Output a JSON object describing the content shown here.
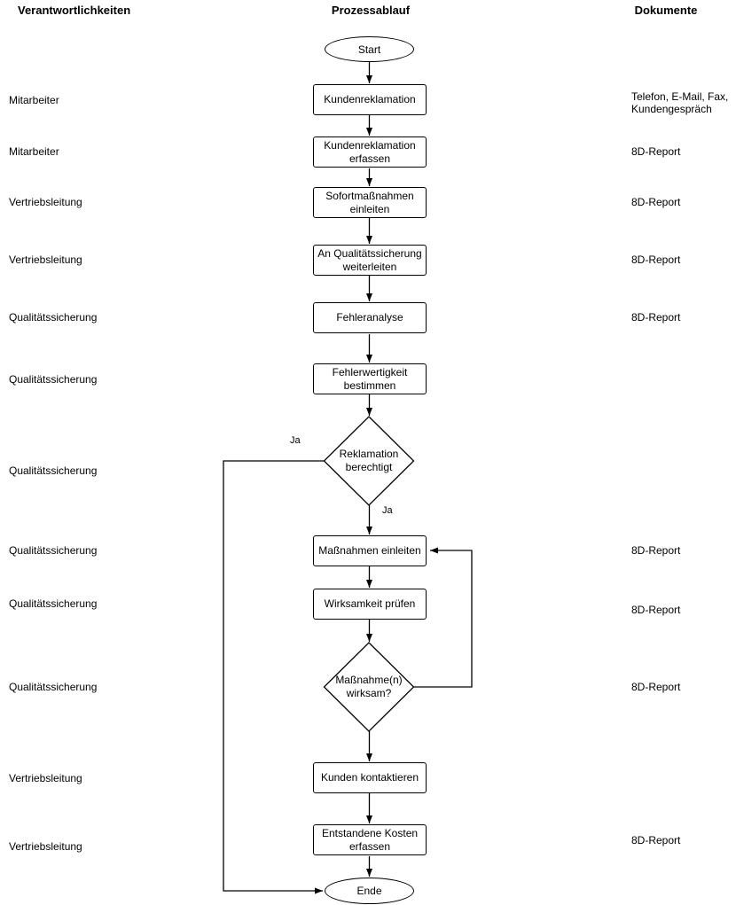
{
  "headers": {
    "responsibilities": "Verantwortlichkeiten",
    "process": "Prozessablauf",
    "documents": "Dokumente"
  },
  "terminators": {
    "start": "Start",
    "end": "Ende"
  },
  "branch_labels": {
    "decision1_left": "Ja",
    "decision1_down": "Ja"
  },
  "rows": [
    {
      "responsibility": "Mitarbeiter",
      "step": "Kundenreklamation",
      "type": "process",
      "document": "Telefon, E-Mail, Fax,\nKundengespräch"
    },
    {
      "responsibility": "Mitarbeiter",
      "step": "Kundenreklamation\nerfassen",
      "type": "process",
      "document": "8D-Report"
    },
    {
      "responsibility": "Vertriebsleitung",
      "step": "Sofortmaßnahmen\neinleiten",
      "type": "process",
      "document": "8D-Report"
    },
    {
      "responsibility": "Vertriebsleitung",
      "step": "An Qualitätssicherung\nweiterleiten",
      "type": "process",
      "document": "8D-Report"
    },
    {
      "responsibility": "Qualitätssicherung",
      "step": "Fehleranalyse",
      "type": "process",
      "document": "8D-Report"
    },
    {
      "responsibility": "Qualitätssicherung",
      "step": "Fehlerwertigkeit\nbestimmen",
      "type": "process",
      "document": ""
    },
    {
      "responsibility": "Qualitätssicherung",
      "step": "Reklamation\nberechtigt",
      "type": "decision",
      "document": ""
    },
    {
      "responsibility": "Qualitätssicherung",
      "step": "Maßnahmen einleiten",
      "type": "process",
      "document": "8D-Report"
    },
    {
      "responsibility": "Qualitätssicherung",
      "step": "Wirksamkeit prüfen",
      "type": "process",
      "document": "8D-Report"
    },
    {
      "responsibility": "Qualitätssicherung",
      "step": "Maßnahme(n)\nwirksam?",
      "type": "decision",
      "document": "8D-Report"
    },
    {
      "responsibility": "Vertriebsleitung",
      "step": "Kunden kontaktieren",
      "type": "process",
      "document": ""
    },
    {
      "responsibility": "Vertriebsleitung",
      "step": "Entstandene Kosten\nerfassen",
      "type": "process",
      "document": "8D-Report"
    }
  ],
  "colors": {
    "stroke": "#000000",
    "text": "#000000",
    "background": "#ffffff"
  }
}
